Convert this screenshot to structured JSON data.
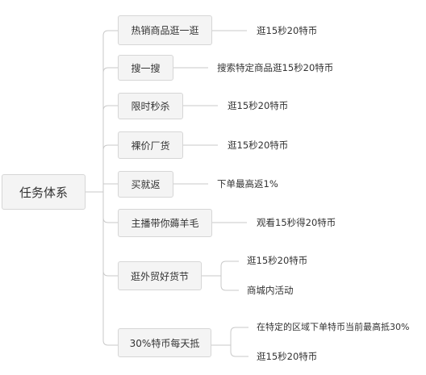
{
  "root": {
    "label": "任务体系"
  },
  "categories": [
    {
      "label": "热销商品逛一逛",
      "leaves": [
        "逛15秒20特币"
      ]
    },
    {
      "label": "搜一搜",
      "leaves": [
        "搜索特定商品逛15秒20特币"
      ]
    },
    {
      "label": "限时秒杀",
      "leaves": [
        "逛15秒20特币"
      ]
    },
    {
      "label": "裸价厂货",
      "leaves": [
        "逛15秒20特币"
      ]
    },
    {
      "label": "买就返",
      "leaves": [
        "下单最高返1%"
      ]
    },
    {
      "label": "主播带你薅羊毛",
      "leaves": [
        "观看15秒得20特币"
      ]
    },
    {
      "label": "逛外贸好货节",
      "leaves": [
        "逛15秒20特币",
        "商城内活动"
      ]
    },
    {
      "label": "30%特币每天抵",
      "leaves": [
        "在特定的区域下单特币当前最高抵30%",
        "逛15秒20特币"
      ]
    }
  ]
}
